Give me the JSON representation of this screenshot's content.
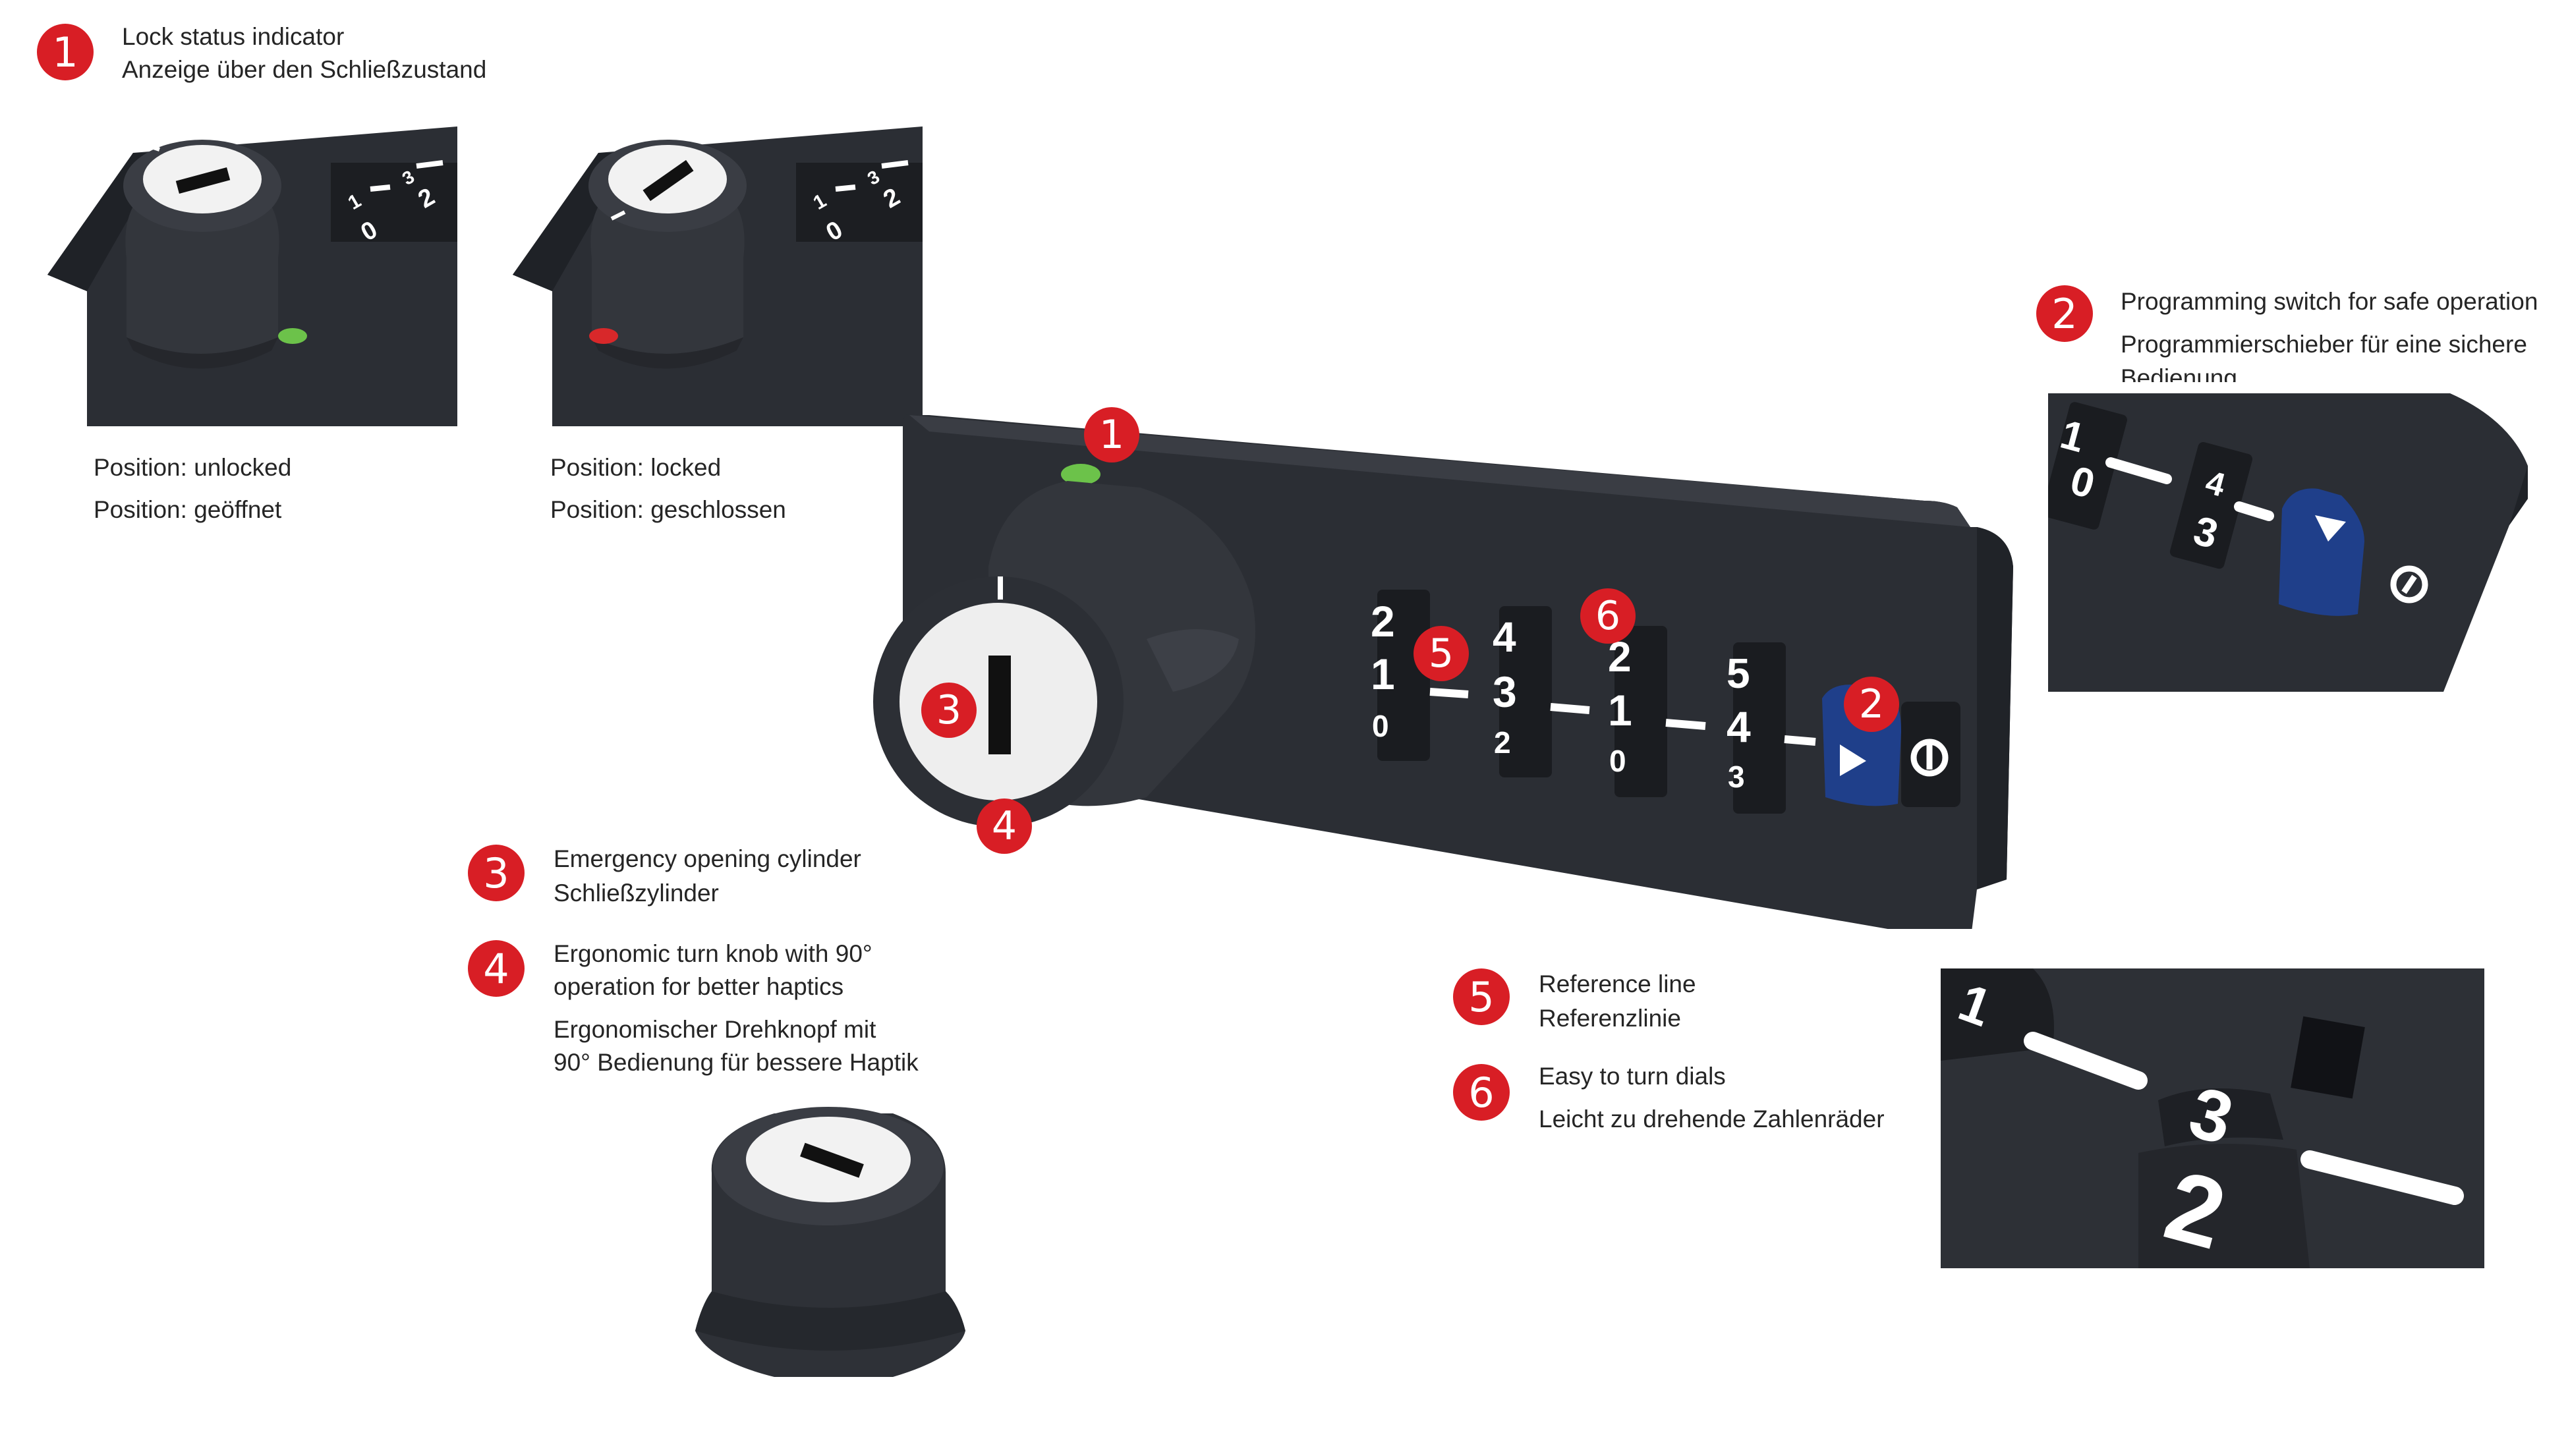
{
  "colors": {
    "badge": "#d81e25",
    "housing": "#2a2d33",
    "green_indicator": "#6cc24a",
    "red_indicator": "#d8282a",
    "programming_switch": "#1f3f8a"
  },
  "callouts": {
    "c1": {
      "number": "1",
      "line1": "Lock status indicator",
      "line2": "Anzeige über den Schließzustand"
    },
    "c2": {
      "number": "2",
      "line1": "Programming switch for safe operation",
      "line2": "Programmierschieber für eine sichere",
      "line3": "Bedienung"
    },
    "c3": {
      "number": "3",
      "line1": "Emergency opening cylinder",
      "line2": "Schließzylinder"
    },
    "c4": {
      "number": "4",
      "line1": "Ergonomic turn knob with 90°",
      "line2": "operation for better haptics",
      "line3": "Ergonomischer Drehknopf mit",
      "line4": "90° Bedienung für bessere Haptik"
    },
    "c5": {
      "number": "5",
      "line1": "Reference line",
      "line2": "Referenzlinie"
    },
    "c6": {
      "number": "6",
      "line1": "Easy to turn dials",
      "line2": "Leicht zu drehende Zahlenräder"
    }
  },
  "positions": {
    "unlocked": {
      "en": "Position: unlocked",
      "de": "Position: geöffnet",
      "indicator": "green"
    },
    "locked": {
      "en": "Position: locked",
      "de": "Position: geschlossen",
      "indicator": "red"
    }
  },
  "main_badges": {
    "b1": "1",
    "b2": "2",
    "b3": "3",
    "b4": "4",
    "b5": "5",
    "b6": "6"
  },
  "dials": [
    {
      "top": "2",
      "mid": "1",
      "bot": "0"
    },
    {
      "top": "4",
      "mid": "3",
      "bot": "2"
    },
    {
      "top": "2",
      "mid": "1",
      "bot": "0"
    },
    {
      "top": "5",
      "mid": "4",
      "bot": "3"
    }
  ],
  "detail_switch": {
    "d1_top": "1",
    "d1_bot": "0",
    "d2_top": "4",
    "d2_bot": "3"
  },
  "detail_dials": {
    "left": "1",
    "top": "3",
    "bottom": "2"
  },
  "thumb_digits": {
    "a": "0",
    "b": "1",
    "c": "3",
    "d": "2"
  },
  "icons": [
    "key-slot-icon",
    "play-triangle-icon",
    "power-icon",
    "reference-line-icon"
  ]
}
